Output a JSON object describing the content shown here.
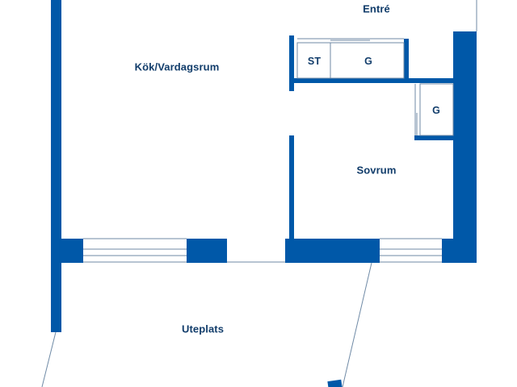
{
  "colors": {
    "wall": "#0058a8",
    "text": "#123d6b",
    "thin_line": "#6f8aa6",
    "background": "#ffffff"
  },
  "rooms": {
    "kitchen_living": "Kök/Vardagsrum",
    "entrance": "Entré",
    "bedroom": "Sovrum",
    "patio": "Uteplats"
  },
  "closets": {
    "storage": "ST",
    "wardrobe_entry": "G",
    "wardrobe_bedroom": "G"
  }
}
